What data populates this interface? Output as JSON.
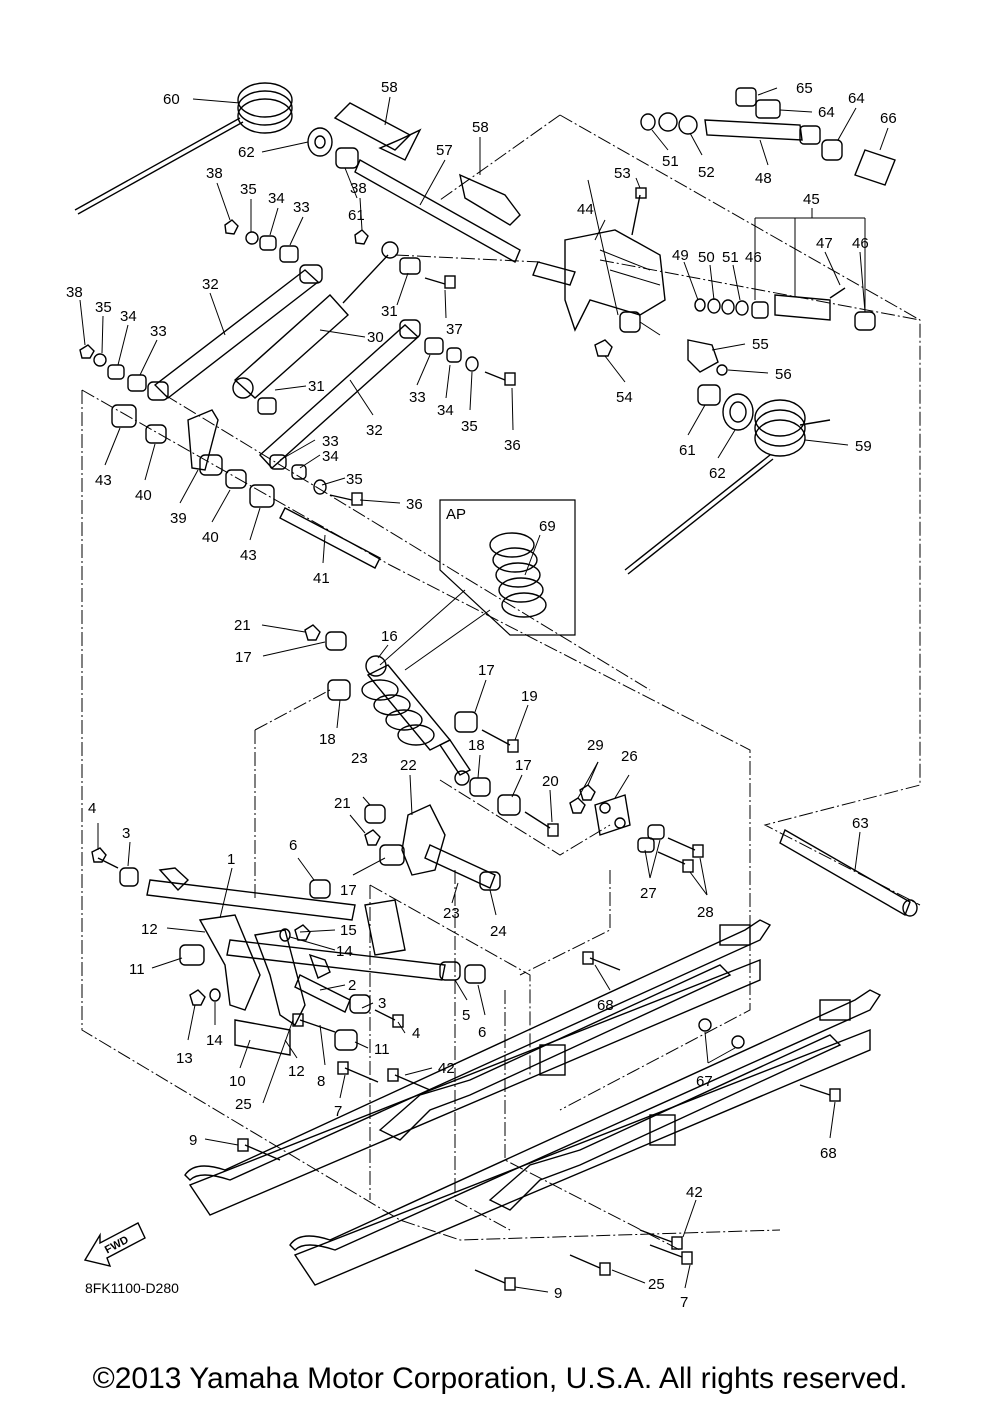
{
  "diagram": {
    "drawing_code": "8FK1100-D280",
    "ap_label": "AP",
    "fwd_label": "FWD",
    "copyright": "©2013 Yamaha Motor Corporation, U.S.A. All rights reserved."
  },
  "callouts": [
    "60",
    "58",
    "58",
    "57",
    "62",
    "61",
    "38",
    "35",
    "34",
    "33",
    "38",
    "65",
    "64",
    "64",
    "66",
    "51",
    "52",
    "48",
    "53",
    "44",
    "45",
    "47",
    "46",
    "49",
    "50",
    "51",
    "46",
    "38",
    "35",
    "34",
    "33",
    "32",
    "30",
    "31",
    "37",
    "31",
    "33",
    "34",
    "35",
    "36",
    "32",
    "55",
    "56",
    "54",
    "61",
    "62",
    "59",
    "43",
    "40",
    "39",
    "40",
    "43",
    "33",
    "34",
    "35",
    "36",
    "41",
    "AP",
    "69",
    "21",
    "17",
    "16",
    "18",
    "17",
    "19",
    "18",
    "17",
    "20",
    "23",
    "22",
    "29",
    "26",
    "21",
    "4",
    "3",
    "6",
    "17",
    "23",
    "24",
    "27",
    "28",
    "63",
    "1",
    "12",
    "15",
    "14",
    "11",
    "2",
    "3",
    "5",
    "6",
    "68",
    "13",
    "14",
    "4",
    "11",
    "10",
    "12",
    "8",
    "42",
    "25",
    "7",
    "67",
    "68",
    "9",
    "42",
    "25",
    "7",
    "9"
  ]
}
